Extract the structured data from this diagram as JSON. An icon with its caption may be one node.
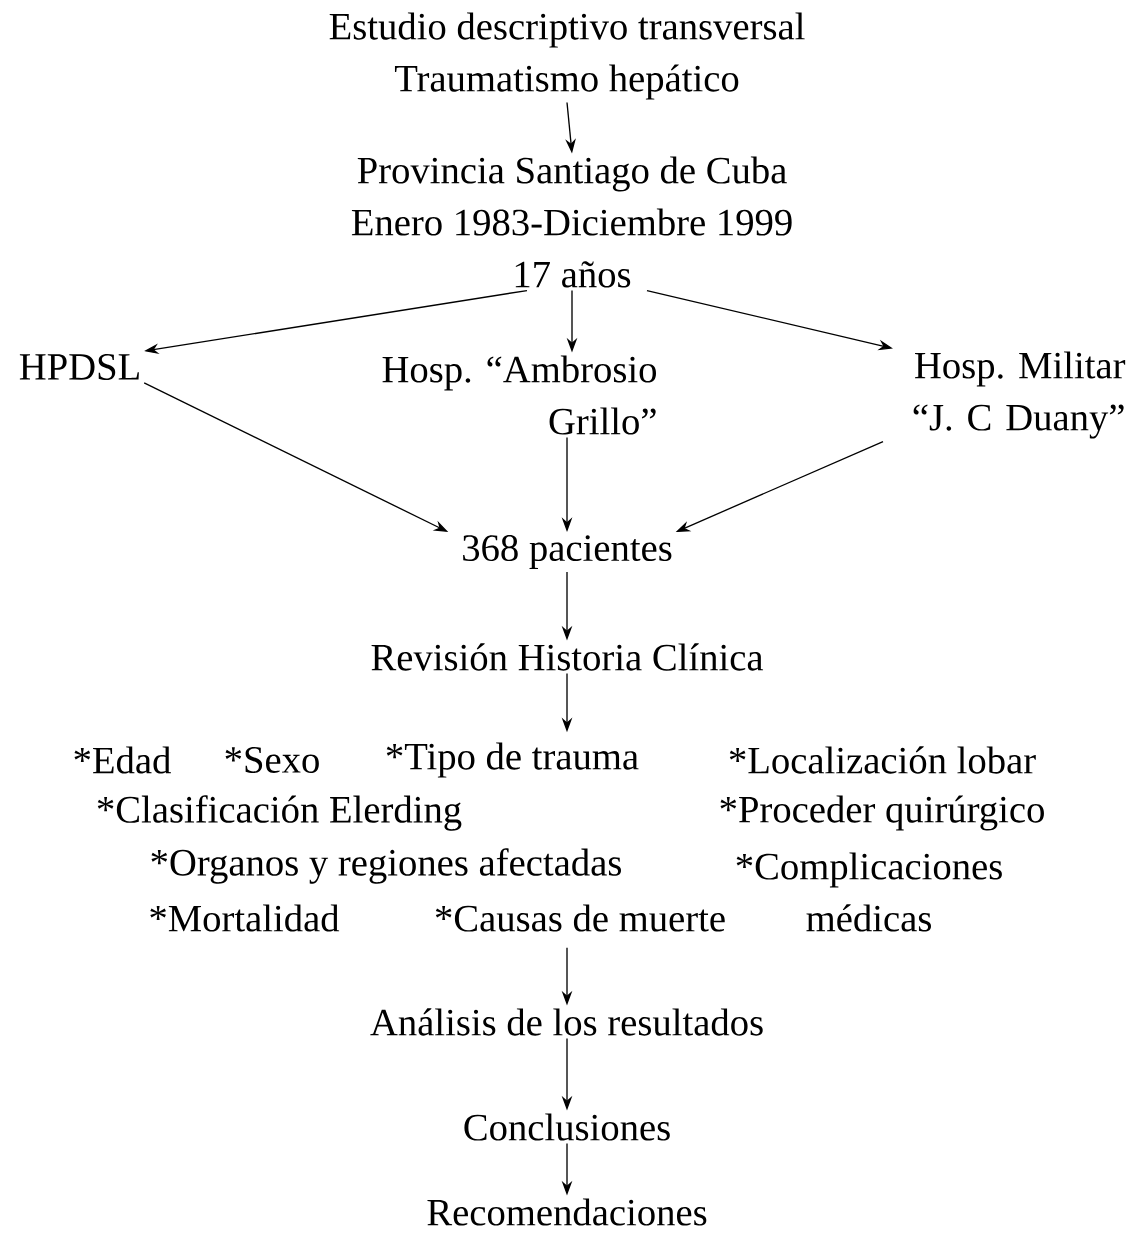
{
  "diagram": {
    "nodes": [
      {
        "text": [
          "Estudio descriptivo transversal",
          "Traumatismo hepático"
        ]
      },
      {
        "text": [
          "Provincia Santiago de Cuba",
          "Enero 1983-Diciembre 1999",
          "17 años"
        ]
      },
      {
        "text": [
          "HPDSL"
        ]
      },
      {
        "text": [
          "Hosp. “Ambrosio Grillo”"
        ]
      },
      {
        "text": [
          "Hosp. Militar “J. C Duany”"
        ]
      },
      {
        "text": [
          "368 pacientes"
        ]
      },
      {
        "text": [
          "Revisión Historia Clínica"
        ]
      },
      {
        "text": [
          "*Edad",
          "*Sexo",
          "*Tipo de trauma",
          "*Localización lobar",
          "*Clasificación Elerding",
          "*Proceder quirúrgico",
          "*Organos y regiones afectadas",
          "*Mortalidad",
          "*Causas de muerte",
          "*Complicaciones médicas"
        ]
      },
      {
        "text": [
          "Análisis de los resultados"
        ]
      },
      {
        "text": [
          "Conclusiones"
        ]
      },
      {
        "text": [
          "Recomendaciones"
        ]
      }
    ],
    "edges": [
      {
        "from": 0,
        "to": 1,
        "arrow": "to"
      },
      {
        "from": 1,
        "to": 2,
        "arrow": "to"
      },
      {
        "from": 1,
        "to": 3,
        "arrow": "to"
      },
      {
        "from": 1,
        "to": 4,
        "arrow": "to"
      },
      {
        "from": 2,
        "to": 5,
        "arrow": "to"
      },
      {
        "from": 3,
        "to": 5,
        "arrow": "to"
      },
      {
        "from": 4,
        "to": 5,
        "arrow": "to"
      },
      {
        "from": 5,
        "to": 6,
        "arrow": "to"
      },
      {
        "from": 6,
        "to": 7,
        "arrow": "to"
      },
      {
        "from": 7,
        "to": 8,
        "arrow": "to"
      },
      {
        "from": 8,
        "to": 9,
        "arrow": "to"
      },
      {
        "from": 9,
        "to": 10,
        "arrow": "to"
      }
    ]
  }
}
